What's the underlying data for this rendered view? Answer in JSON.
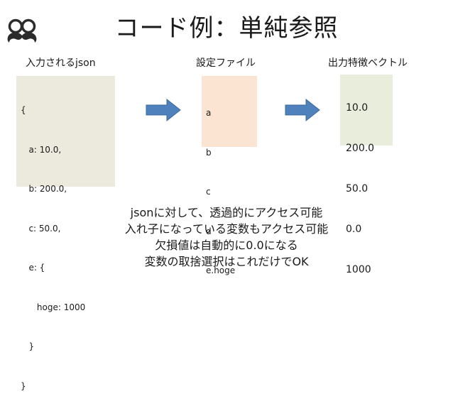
{
  "title": "コード例：単純参照",
  "labels": {
    "input_json": "入力されるjson",
    "config_file": "設定ファイル",
    "output_vector": "出力特徴ベクトル"
  },
  "input_json_lines": [
    "{",
    "   a: 10.0,",
    "   b: 200.0,",
    "   c: 50.0,",
    "   e: {",
    "      hoge: 1000",
    "   }",
    "}"
  ],
  "config_lines": [
    "a",
    "b",
    "c",
    "d",
    "e.hoge"
  ],
  "vector_lines": [
    "10.0",
    "200.0",
    "50.0",
    "0.0",
    "1000"
  ],
  "description": [
    "jsonに対して、透過的にアクセス可能",
    "入れ子になっている変数もアクセス可能",
    "欠損値は自動的に0.0になる",
    "変数の取捨選択はこれだけでOK"
  ],
  "colors": {
    "arrow": "#4f81bd",
    "json_box": "#ece9dd",
    "config_box": "#fbe5d2",
    "vector_box": "#e8eddc"
  },
  "icons": [
    "mustache-glasses-logo-icon",
    "right-arrow-icon"
  ]
}
